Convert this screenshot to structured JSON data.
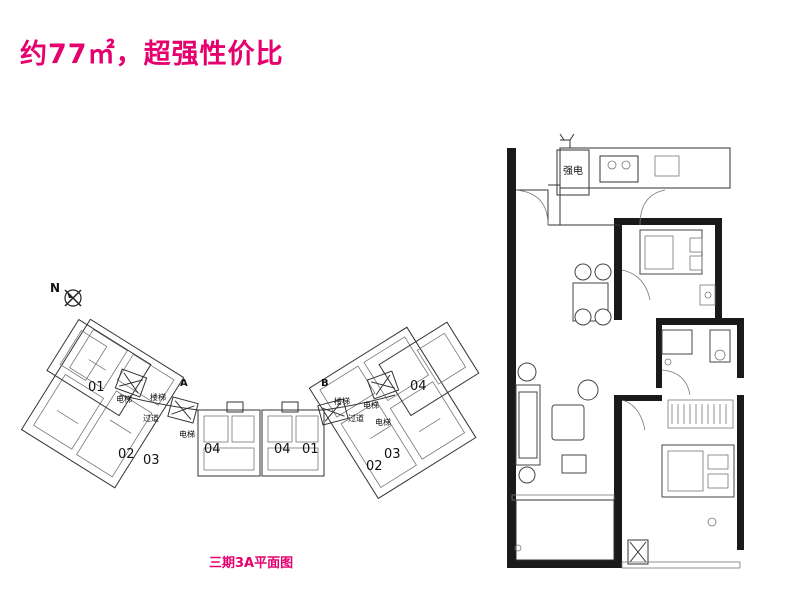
{
  "headline": "约77㎡，超强性价比",
  "caption": "三期3A平面图",
  "north": "N",
  "site_plan": {
    "building_labels": [
      "A",
      "B"
    ],
    "units": [
      "01",
      "02",
      "03",
      "04",
      "04",
      "01",
      "02",
      "03",
      "04"
    ],
    "rooms": [
      "电梯",
      "楼梯",
      "过道",
      "电梯",
      "楼梯",
      "电梯",
      "过道",
      "电梯"
    ]
  },
  "floor_plan": {
    "rooms": [
      "强电"
    ]
  },
  "colors": {
    "accent": "#e5006e",
    "ink": "#1a1a1a"
  }
}
